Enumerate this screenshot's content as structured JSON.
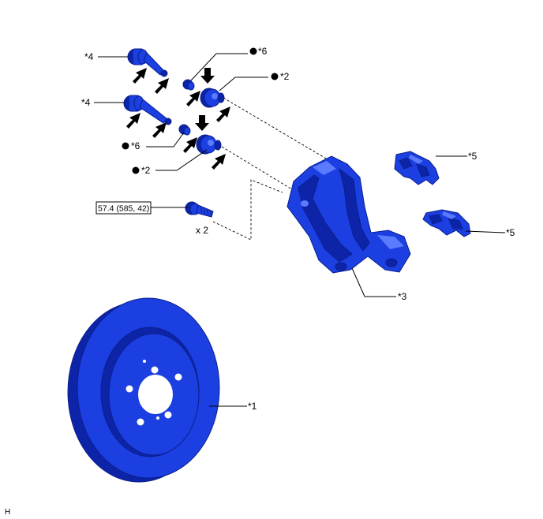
{
  "colors": {
    "part": "#1b3fe0",
    "part_dark": "#0e24a8",
    "part_light": "#5b7bff",
    "line": "#000000"
  },
  "labels": {
    "disc": "*1",
    "cylinder_bushing_upper": "*2",
    "cylinder_bushing_lower": "*2",
    "mounting_support": "*3",
    "slide_pin_upper": "*4",
    "slide_pin_lower": "*4",
    "pad_support_plate_upper": "*5",
    "pad_support_plate_lower": "*5",
    "boot_upper": "*6",
    "boot_lower": "*6"
  },
  "torque": {
    "value": "57.4 (585, 42)"
  },
  "bolt_quantity": "x 2",
  "figure_code": "H"
}
